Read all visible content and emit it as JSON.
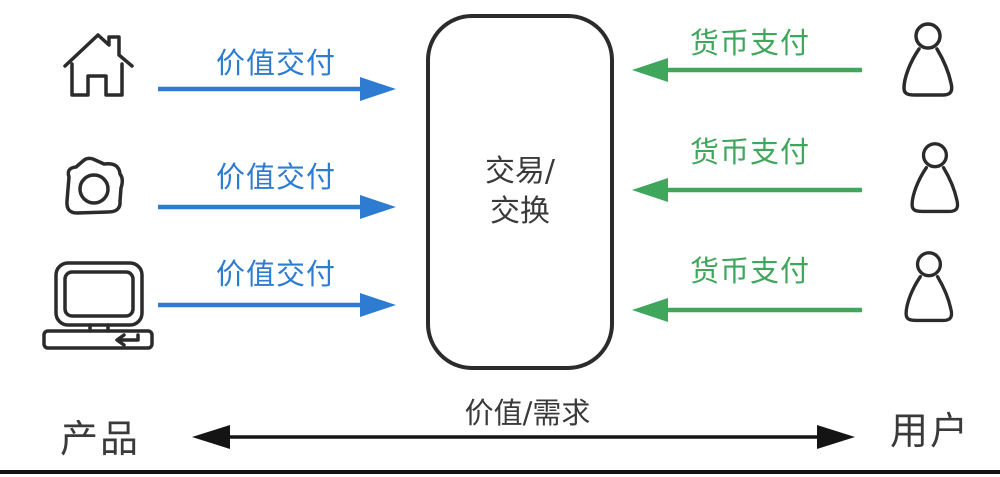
{
  "colors": {
    "blue": "#2E7CD1",
    "green": "#3FA65C",
    "ink": "#2B2B2B"
  },
  "center_box": {
    "line1": "交易/",
    "line2": "交换"
  },
  "producers": [
    {
      "icon": "house-icon",
      "arrow_label": "价值交付",
      "arrow_direction": "right"
    },
    {
      "icon": "camera-icon",
      "arrow_label": "价值交付",
      "arrow_direction": "right"
    },
    {
      "icon": "computer-icon",
      "arrow_label": "价值交付",
      "arrow_direction": "right"
    }
  ],
  "consumers": [
    {
      "icon": "person-icon",
      "arrow_label": "货币支付",
      "arrow_direction": "left"
    },
    {
      "icon": "person-icon",
      "arrow_label": "货币支付",
      "arrow_direction": "left"
    },
    {
      "icon": "person-icon",
      "arrow_label": "货币支付",
      "arrow_direction": "left"
    }
  ],
  "bottom_axis": {
    "left_label": "产品",
    "right_label": "用户",
    "center_label": "价值/需求"
  }
}
